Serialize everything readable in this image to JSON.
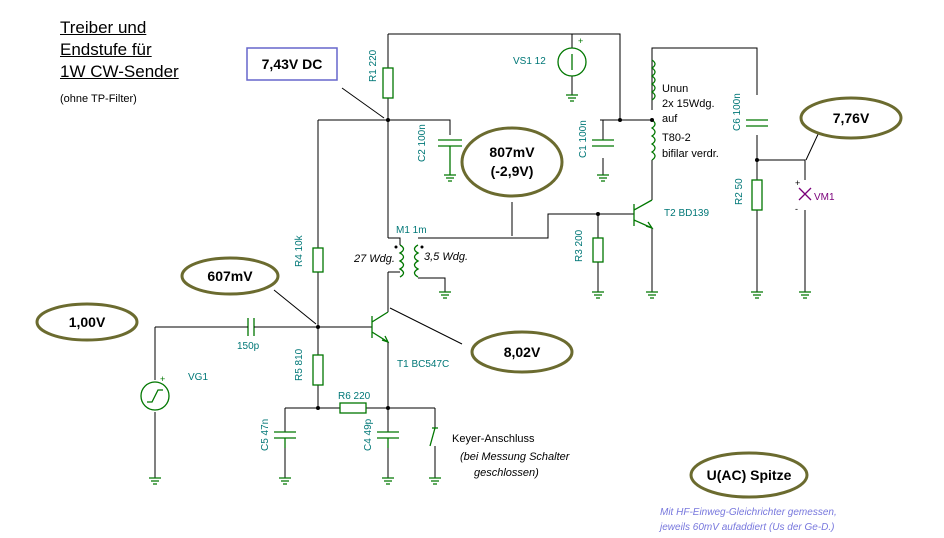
{
  "title_lines": [
    "Treiber und",
    "Endstufe für",
    "1W CW-Sender"
  ],
  "subtitle": "(ohne TP-Filter)",
  "supply_box": "7,43V DC",
  "measurements": {
    "input": "1,00V",
    "base_t1": "607mV",
    "collector_t1": "8,02V",
    "base_t2_line1": "807mV",
    "base_t2_line2": "(-2,9V)",
    "output": "7,76V"
  },
  "legend_oval": "U(AC) Spitze",
  "components": {
    "r1": "R1 220",
    "c2": "C2 100n",
    "vs1": "VS1 12",
    "c1": "C1 100n",
    "c6": "C6 100n",
    "r2": "R2 50",
    "vm1": "VM1",
    "m1": "M1 1m",
    "wdg_primary": "27 Wdg.",
    "wdg_secondary": "3,5 Wdg.",
    "r4": "R4 10k",
    "r3": "R3 200",
    "t2": "T2 BD139",
    "c150": "150p",
    "vg1": "VG1",
    "t1": "T1 BC547C",
    "r5": "R5 810",
    "r6": "R6 220",
    "c5": "C5 47n",
    "c4": "C4 49p"
  },
  "unun_lines": [
    "Unun",
    "2x 15Wdg.",
    "auf",
    "T80-2",
    "bifilar verdr."
  ],
  "keyer_label": "Keyer-Anschluss",
  "keyer_note_lines": [
    "(bei Messung Schalter",
    "geschlossen)"
  ],
  "footnote_lines": [
    "Mit HF-Einweg-Gleichrichter gemessen,",
    "jeweils 60mV aufaddiert (Us der Ge-D.)"
  ],
  "colors": {
    "component_label": "#007777",
    "part_stroke": "#007700",
    "measurement_oval": "#6b6b2f",
    "supply_box_border": "#6666cc",
    "footnote": "#7777dd"
  }
}
